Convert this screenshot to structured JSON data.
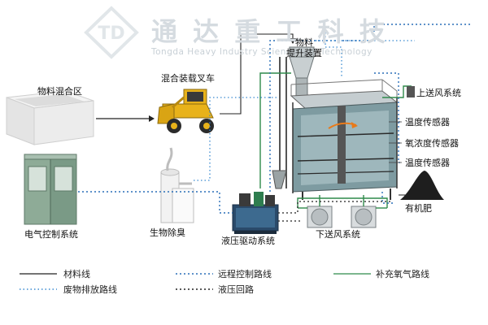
{
  "watermark": {
    "logo_letters": "TD",
    "company": "通 达 重 工 科 技",
    "company_en": "Tongda Heavy Industry Science and Technology"
  },
  "labels": {
    "material_mix_area": "物料混合区",
    "loader": "混合装载叉车",
    "lift": "物料\n提升装置",
    "upper_fan": "上送风系统",
    "temp_sensor_1": "温度传感器",
    "oxygen_sensor": "氧浓度传感器",
    "temp_sensor_2": "温度传感器",
    "compost": "有机肥",
    "electric_control": "电气控制系统",
    "deodor": "生物除臭",
    "hydraulic_drive": "液压驱动系统",
    "lower_fan": "下送风系统"
  },
  "legend": [
    {
      "label": "材料线",
      "style": "solid",
      "color": "#222222"
    },
    {
      "label": "远程控制路线",
      "style": "dotted",
      "color": "#2a6fb8"
    },
    {
      "label": "补充氧气路线",
      "style": "solid",
      "color": "#2f8a4a"
    },
    {
      "label": "废物排放路线",
      "style": "dotted",
      "color": "#3a8ad0"
    },
    {
      "label": "液压回路",
      "style": "dotted",
      "color": "#222222"
    }
  ],
  "colors": {
    "material_line": "#222222",
    "remote_line": "#2a6fb8",
    "oxygen_line": "#2f8a4a",
    "waste_line": "#3a8ad0",
    "hydraulic_line": "#222222",
    "tank_body": "#8fa8ad",
    "loader_yellow": "#e8b21a",
    "cabinet_green": "#7a9a86"
  }
}
